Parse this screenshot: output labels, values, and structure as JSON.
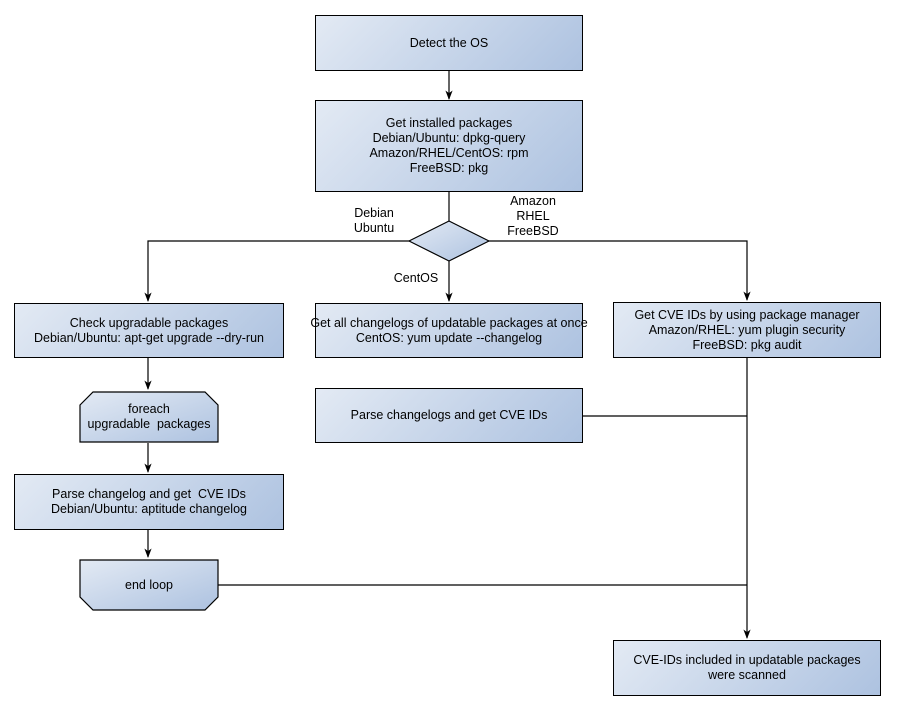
{
  "diagram": {
    "type": "flowchart",
    "topic": "OS package vulnerability (CVE) scanning flow",
    "nodes": {
      "detect_os": "Detect the OS",
      "get_installed": "Get installed packages\nDebian/Ubuntu: dpkg-query\nAmazon/RHEL/CentOS: rpm\nFreeBSD: pkg",
      "os_decision": "",
      "check_upgradable": "Check upgradable packages\nDebian/Ubuntu: apt-get upgrade --dry-run",
      "foreach_loop": "foreach\nupgradable  packages",
      "parse_changelog": "Parse changelog and get  CVE IDs\nDebian/Ubuntu: aptitude changelog",
      "end_loop": "end loop",
      "get_changelogs": "Get all changelogs of updatable packages at once\nCentOS: yum update --changelog",
      "parse_changelogs": "Parse changelogs and get CVE IDs",
      "get_cve_ids": "Get CVE IDs by using package manager\nAmazon/RHEL: yum plugin security\nFreeBSD: pkg audit",
      "scanned": "CVE-IDs included in updatable packages\nwere scanned"
    },
    "edge_labels": {
      "debian": "Debian\nUbuntu",
      "amazon": "Amazon\nRHEL\nFreeBSD",
      "centos": "CentOS"
    }
  },
  "colors": {
    "background": "#ffffff",
    "node_fill_light": "#e3eaf4",
    "node_fill_dark": "#adc2e0",
    "line": "#000000",
    "text": "#000000"
  }
}
